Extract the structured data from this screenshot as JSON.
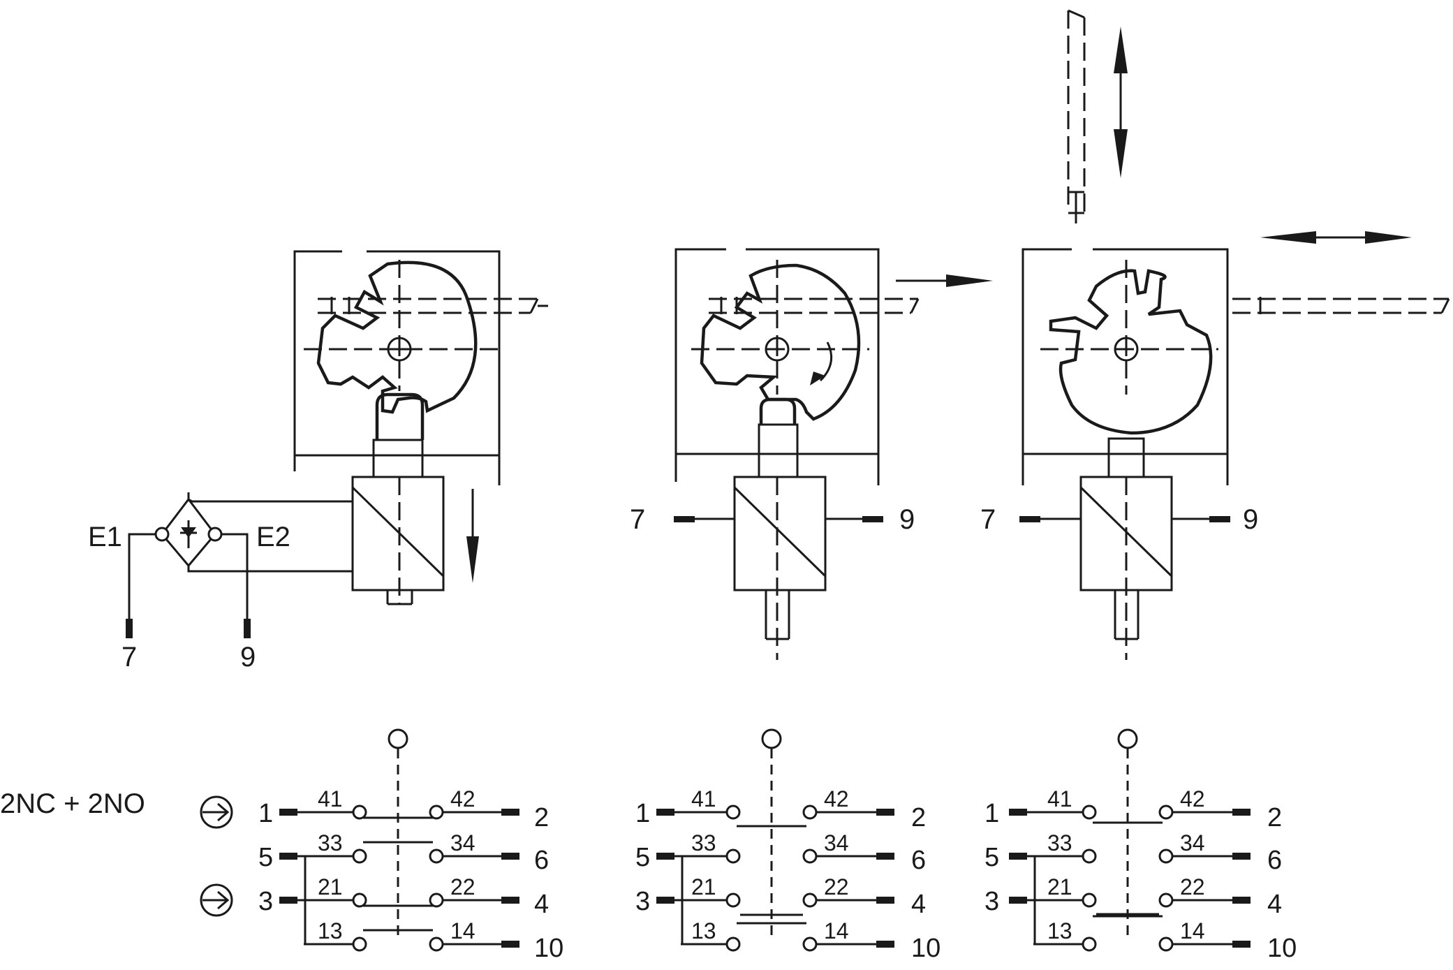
{
  "rectifier": {
    "e1": "E1",
    "e2": "E2",
    "term_left": "7",
    "term_right": "9"
  },
  "solenoid_middle": {
    "term_left": "7",
    "term_right": "9"
  },
  "solenoid_right": {
    "term_left": "7",
    "term_right": "9"
  },
  "contact_config": "2NC + 2NO",
  "contacts": {
    "left_terminals": [
      "1",
      "5",
      "3"
    ],
    "right_terminals": [
      "2",
      "6",
      "4",
      "10"
    ],
    "contact_numbers": [
      "41",
      "42",
      "33",
      "34",
      "21",
      "22",
      "13",
      "14"
    ]
  },
  "icons": {
    "direction": "arrow-in-circle-icon",
    "cam": "rotary-cam-icon",
    "solenoid": "solenoid-coil-icon",
    "bridge": "bridge-rectifier-icon"
  }
}
